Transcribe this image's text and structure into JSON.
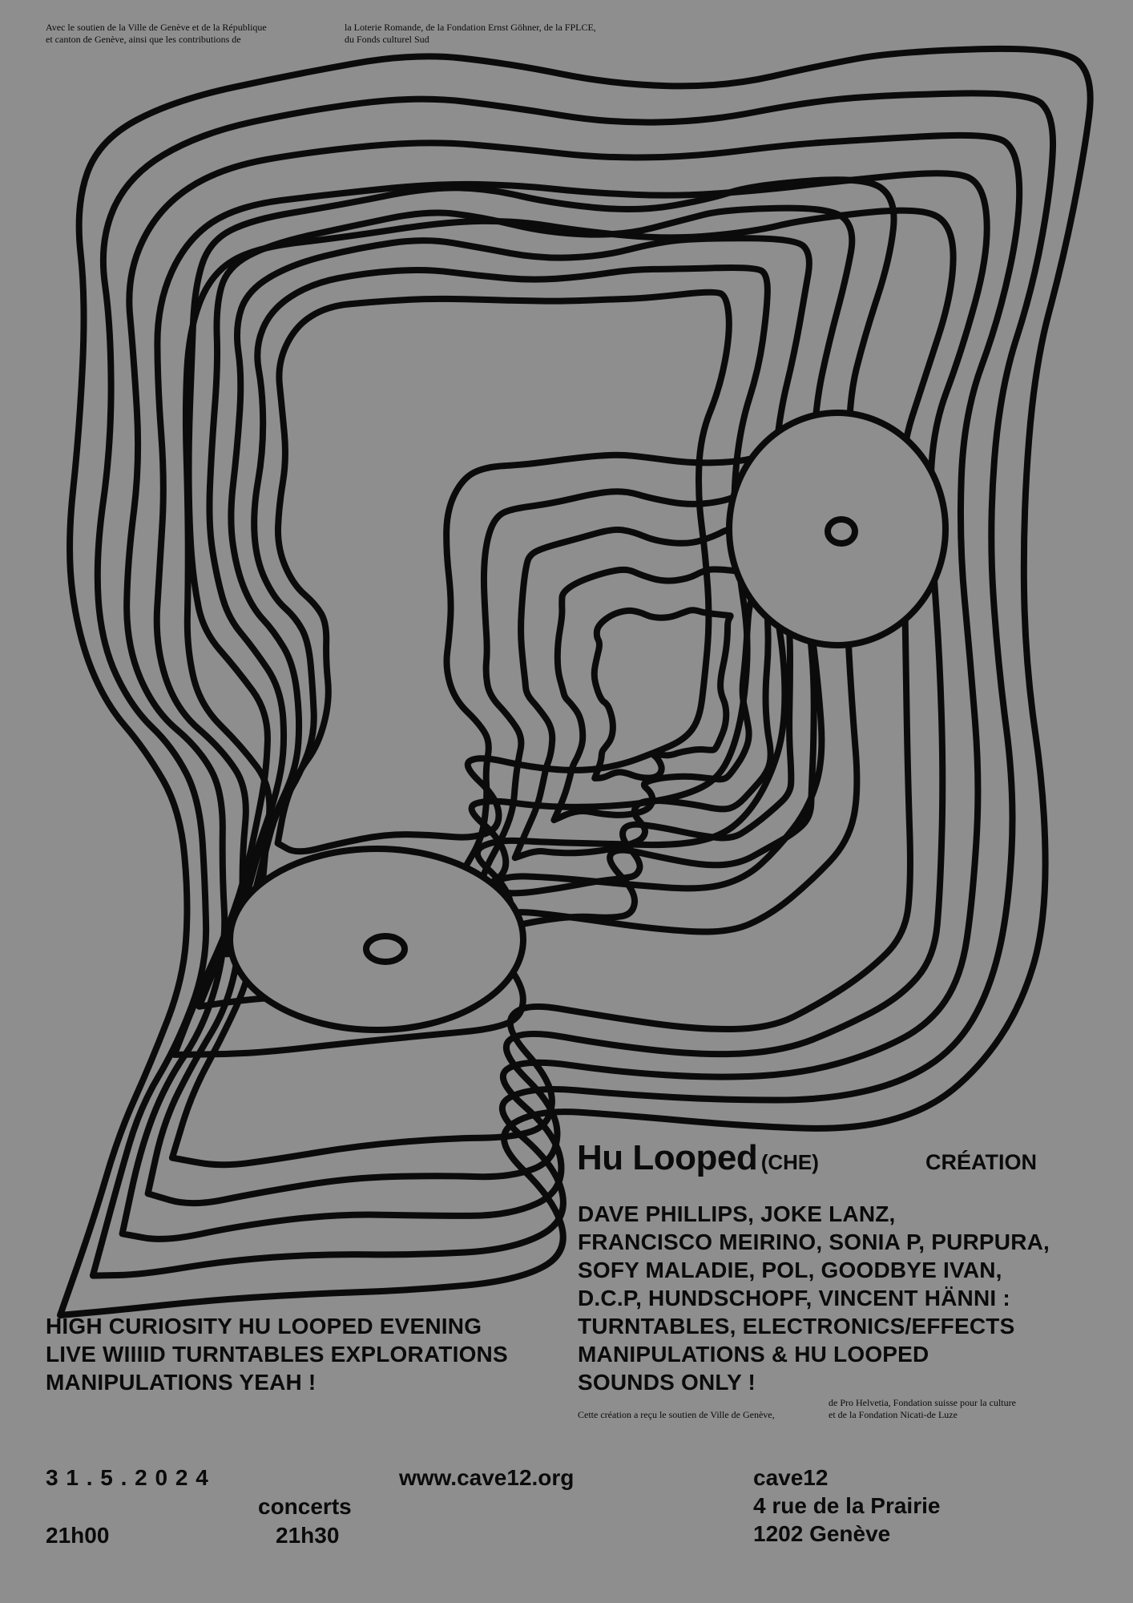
{
  "credits_top": {
    "left": [
      "Avec le soutien de la Ville de Genève et de la République",
      "et canton de Genève, ainsi que les contributions de"
    ],
    "right": [
      "la Loterie Romande, de la Fondation Ernst Göhner, de la FPLCE,",
      "du Fonds culturel Sud"
    ]
  },
  "event": {
    "title": "Hu Looped",
    "country": "(CHE)",
    "tag": "CRÉATION",
    "lineup": [
      "DAVE PHILLIPS, JOKE LANZ,",
      "FRANCISCO MEIRINO, SONIA P, PURPURA,",
      "SOFY MALADIE, POL, GOODBYE IVAN,",
      "D.C.P, HUNDSCHOPF, VINCENT HÄNNI :",
      "TURNTABLES, ELECTRONICS/EFFECTS",
      "MANIPULATIONS & HU LOOPED",
      "SOUNDS ONLY !"
    ],
    "tagline": [
      "HIGH CURIOSITY HU LOOPED EVENING",
      "LIVE WIIIID TURNTABLES EXPLORATIONS",
      "MANIPULATIONS YEAH !"
    ]
  },
  "credits_bottom": {
    "left": "Cette création a reçu le soutien de Ville de Genève,",
    "right": [
      "de Pro Helvetia, Fondation suisse pour la culture",
      "et de la Fondation Nicati-de Luze"
    ]
  },
  "footer": {
    "date": "3 1 . 5 . 2 0 2 4",
    "doors": "21h00",
    "concerts_label": "concerts",
    "concerts_time": "21h30",
    "website": "www.cave12.org",
    "venue": [
      "cave12",
      "4 rue de la Prairie",
      "1202 Genève"
    ]
  },
  "colors": {
    "background": "#8e8e8e",
    "ink": "#0b0b0b"
  }
}
